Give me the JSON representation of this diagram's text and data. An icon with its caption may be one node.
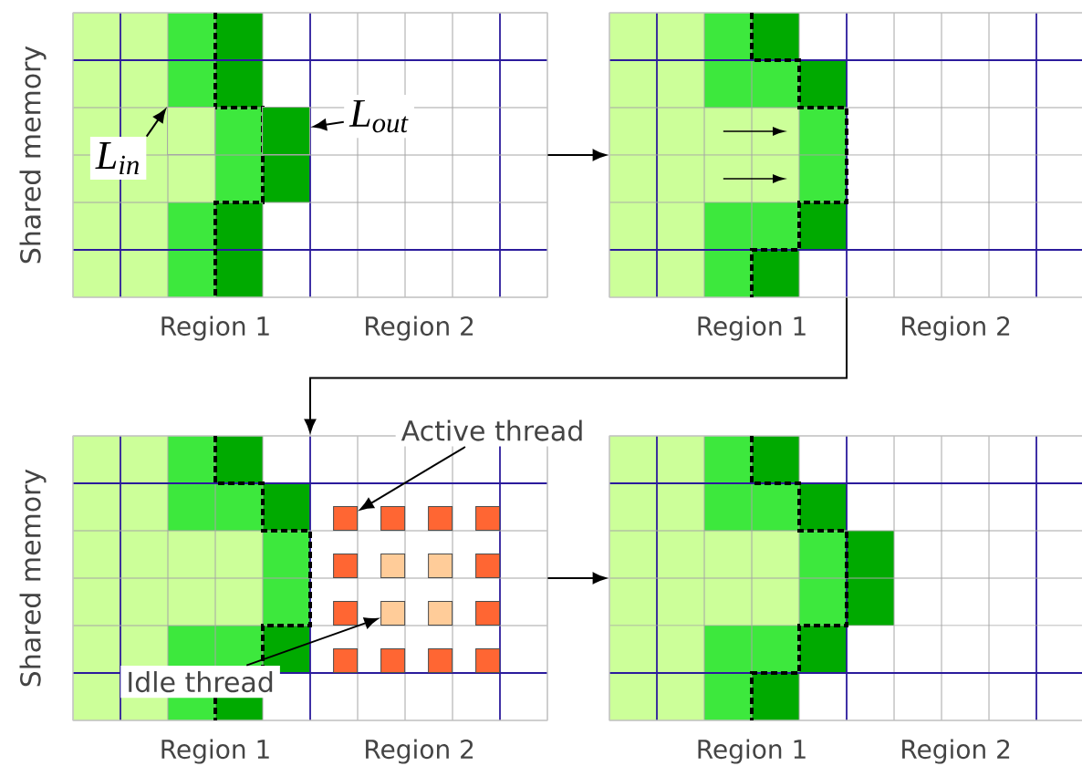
{
  "diagram": {
    "nodes": [
      {
        "text": [],
        "shape": "box",
        "beside": [
          "Region 1",
          "Region 2"
        ]
      },
      {
        "text": [],
        "shape": "box",
        "beside": [
          "Region 1",
          "Region 2"
        ]
      },
      {
        "text": [],
        "shape": "box",
        "beside": [
          "Region 1",
          "Region 2"
        ]
      },
      {
        "text": [],
        "shape": "box",
        "beside": [
          "Region 1",
          "Region 2"
        ]
      },
      {
        "text": [
          "L$_{in}$"
        ],
        "in": 0
      },
      {
        "text": [
          "L$_{out}$"
        ],
        "in": 0
      },
      {
        "text": [
          "Active thread"
        ]
      },
      {
        "text": [
          "Idle thread"
        ],
        "in": 2
      },
      {
        "text": [],
        "shape": "box",
        "in": 0
      },
      {
        "text": [],
        "shape": "box",
        "in": 0
      },
      {
        "text": [],
        "shape": "box",
        "in": 2
      },
      {
        "text": [],
        "shape": "box",
        "in": 2
      },
      {
        "text": [],
        "shape": "box",
        "in": 2
      },
      {
        "text": [],
        "shape": "box",
        "in": 2
      },
      {
        "text": [],
        "shape": "box",
        "in": 2
      },
      {
        "text": [],
        "shape": "box",
        "in": 2
      },
      {
        "text": [],
        "shape": "box",
        "in": 2
      },
      {
        "text": [],
        "shape": "box",
        "in": 2
      },
      {
        "text": [],
        "shape": "box",
        "in": 2
      },
      {
        "text": [],
        "shape": "box",
        "in": 2
      },
      {
        "text": [],
        "shape": "box",
        "in": 2
      },
      {
        "text": [],
        "shape": "box",
        "in": 2
      },
      {
        "text": [],
        "shape": "box",
        "in": 2
      },
      {
        "text": [],
        "shape": "box",
        "in": 2
      },
      {
        "text": [],
        "shape": "box",
        "in": 2
      },
      {
        "text": [],
        "shape": "box",
        "in": 2
      }
    ],
    "edges": [
      {
        "from": 0,
        "to": 1,
        "arrow": "to"
      },
      {
        "from": 1,
        "to": 2,
        "arrow": "to"
      },
      {
        "from": 2,
        "to": 3,
        "arrow": "to"
      },
      {
        "from": 4,
        "to": 8,
        "arrow": "to"
      },
      {
        "from": 5,
        "to": 9,
        "arrow": "to"
      },
      {
        "from": 6,
        "to": 10,
        "arrow": "to"
      },
      {
        "from": 7,
        "to": 19,
        "arrow": "to"
      }
    ],
    "labels": [
      "Shared memory",
      "Shared memory"
    ]
  }
}
